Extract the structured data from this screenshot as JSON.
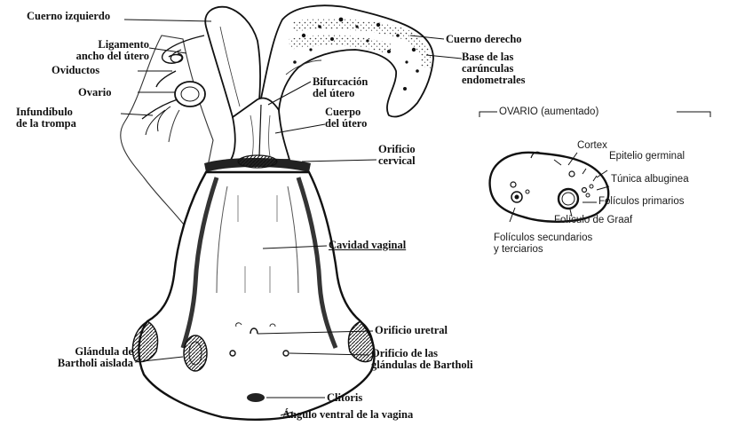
{
  "labels": {
    "cuerno_izquierdo": "Cuerno izquierdo",
    "ligamento_l1": "Ligamento",
    "ligamento_l2": "ancho del útero",
    "oviductos": "Oviductos",
    "ovario": "Ovario",
    "infundibulo_l1": "Infundíbulo",
    "infundibulo_l2": "de la trompa",
    "cuerno_derecho": "Cuerno derecho",
    "base_l1": "Base de las",
    "base_l2": "carúnculas",
    "base_l3": "endometrales",
    "bifurcacion_l1": "Bifurcación",
    "bifurcacion_l2": "del útero",
    "cuerpo_l1": "Cuerpo",
    "cuerpo_l2": "del útero",
    "orificio_cervical_l1": "Orificio",
    "orificio_cervical_l2": "cervical",
    "cavidad_vaginal": "Cavidad vaginal",
    "orificio_uretral": "Orificio uretral",
    "orificio_glandulas_l1": "Orificio de las",
    "orificio_glandulas_l2": "glándulas de Bartholi",
    "glandula_l1": "Glándula de",
    "glandula_l2": "Bartholi aislada",
    "clitoris": "Clitoris",
    "angulo_ventral": "Ángulo ventral de la vagina"
  },
  "ovary_inset": {
    "title": "OVARIO (aumentado)",
    "cortex": "Cortex",
    "epitelio": "Epitelio germinal",
    "tunica": "Túnica albuginea",
    "foliculos_primarios": "Folículos primarios",
    "foliculo_graaf": "Folículo de Graaf",
    "foliculos_sec_l1": "Folículos secundarios",
    "foliculos_sec_l2": "y terciarios"
  }
}
